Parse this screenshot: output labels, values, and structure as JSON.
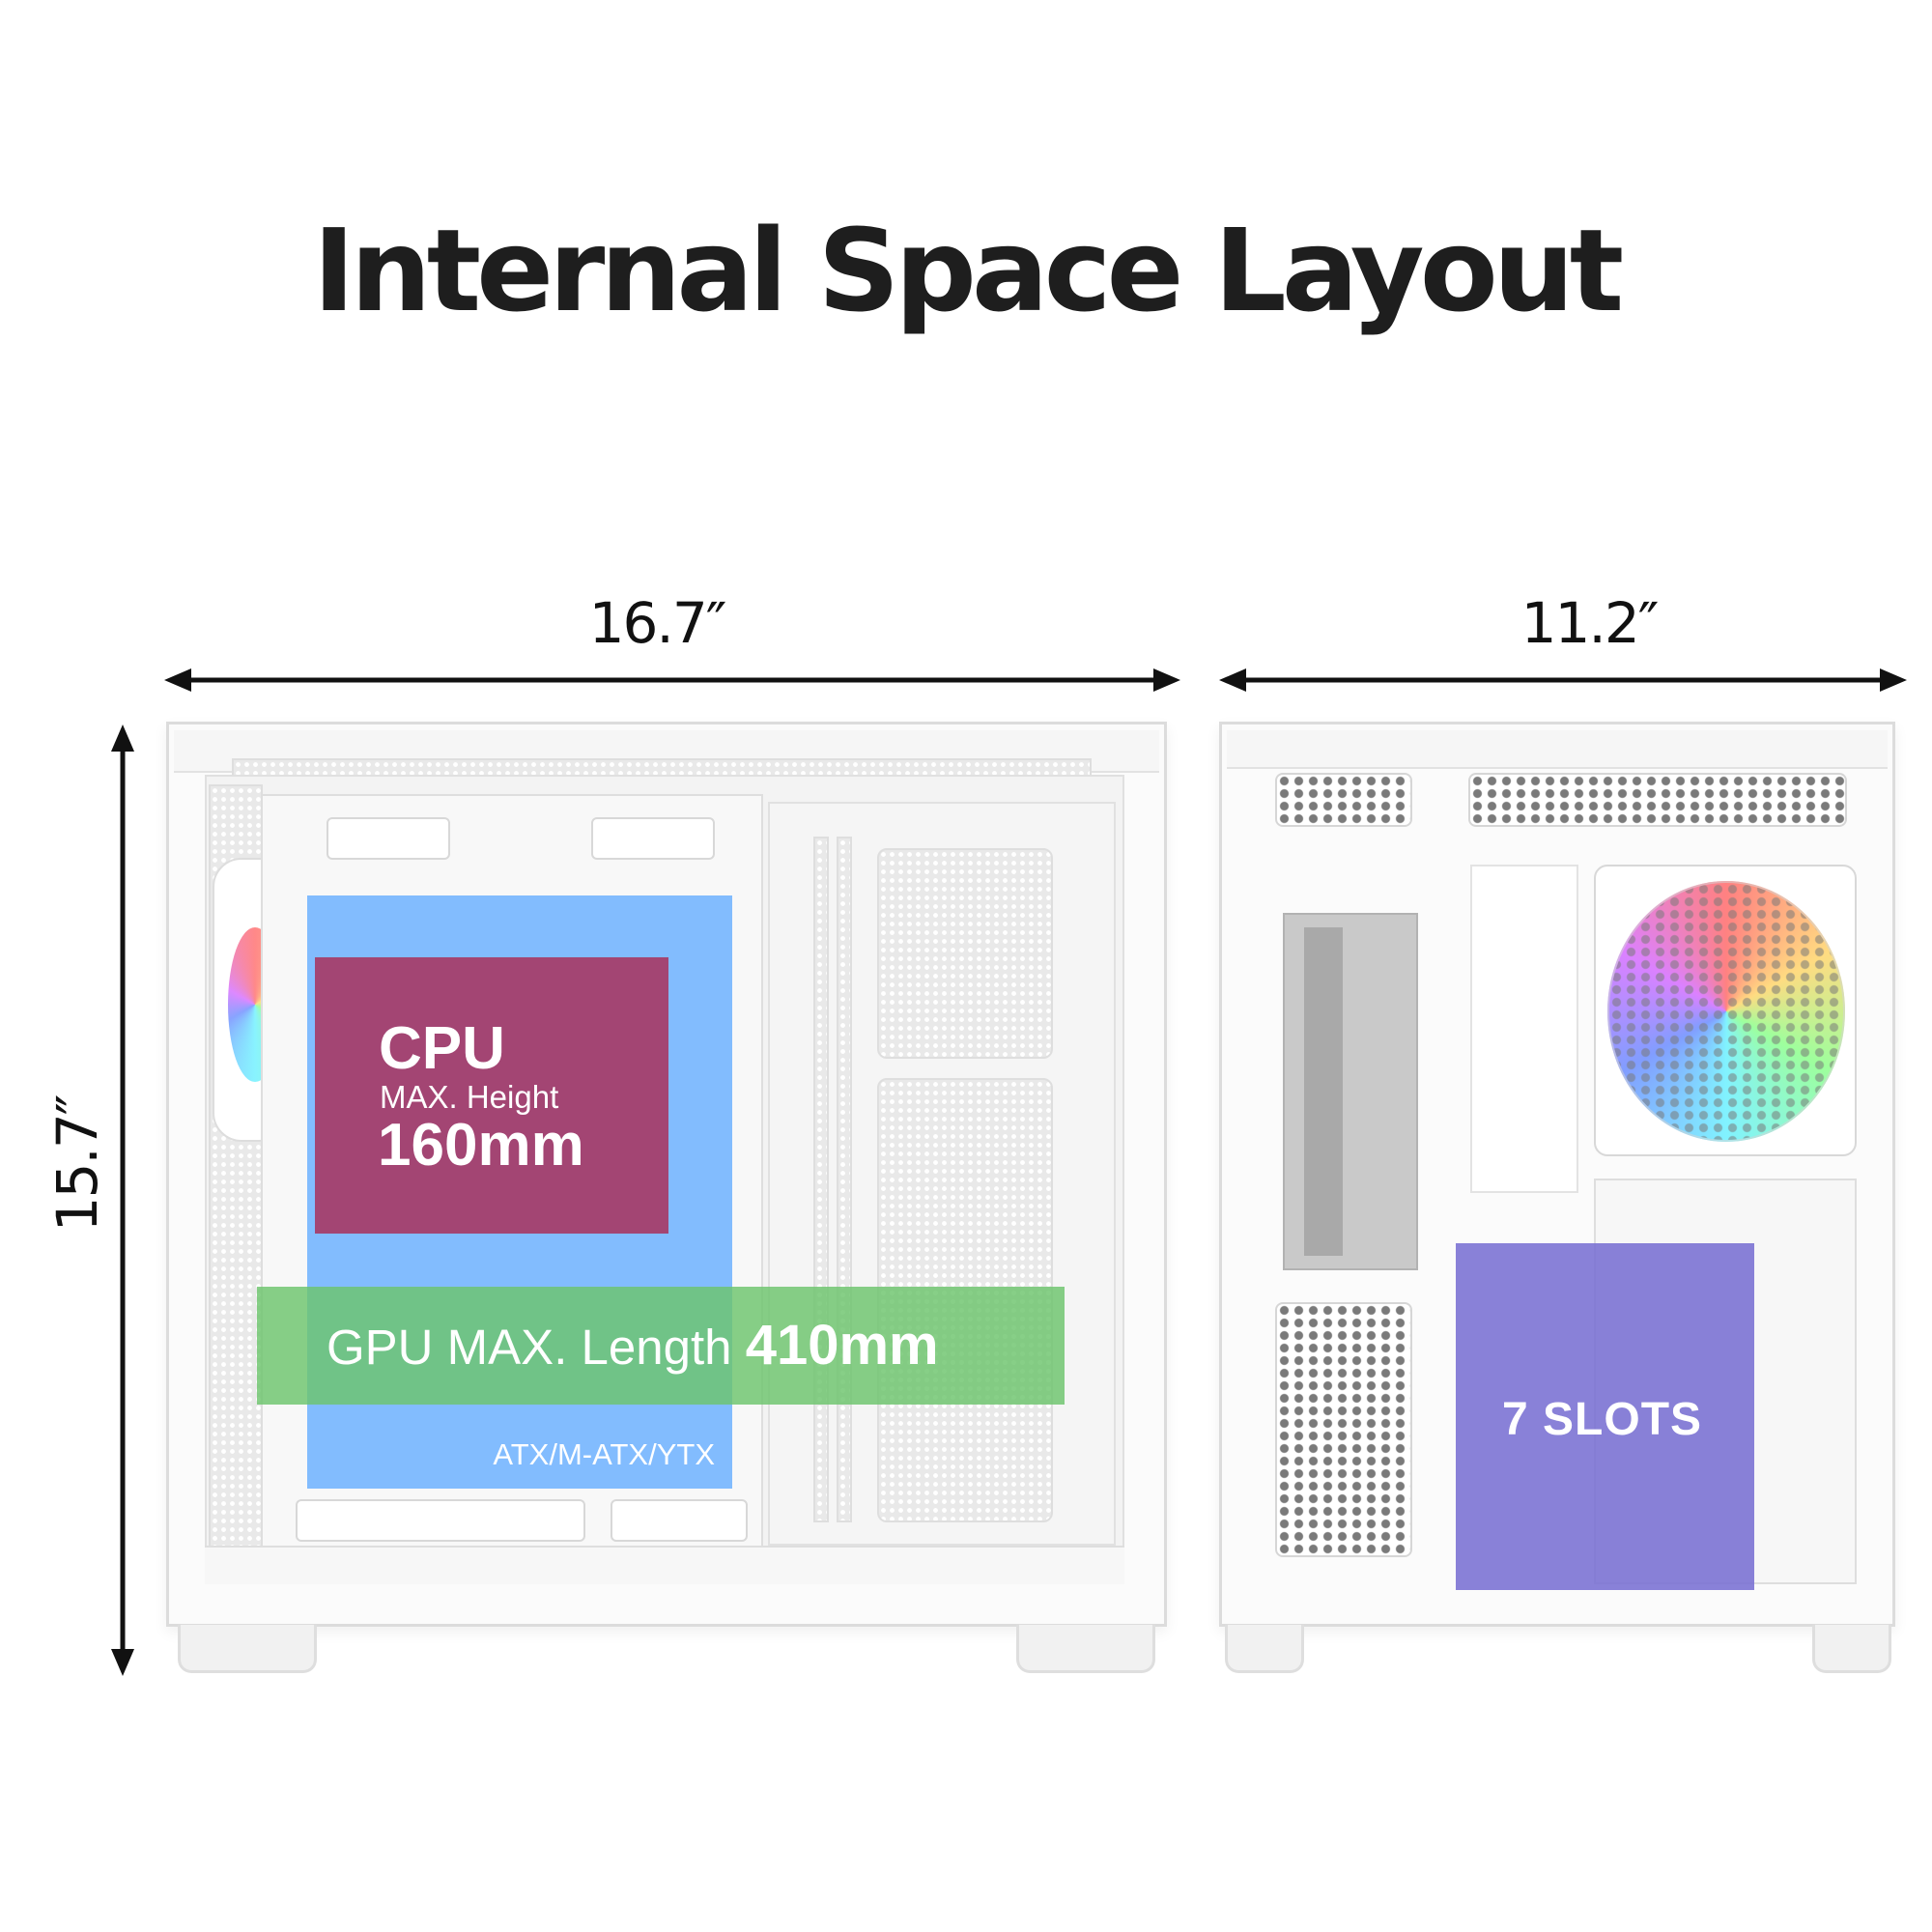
{
  "title": "Internal Space Layout",
  "dimensions": {
    "side_width": "16.7″",
    "front_width": "11.2″",
    "height": "15.7″"
  },
  "labels": {
    "cpu_title": "CPU",
    "cpu_subtitle": "MAX. Height",
    "cpu_value": "160mm",
    "gpu_text": "GPU MAX. Length",
    "gpu_value": "410mm",
    "motherboard_formats": "ATX/M-ATX/YTX",
    "slots": "7 SLOTS"
  },
  "colors": {
    "motherboard_zone": "#60aaff",
    "cpu_zone": "#a63c68",
    "gpu_zone": "#6cc46c",
    "slots_zone": "#766cd2",
    "text_dark": "#1e1e1e"
  }
}
